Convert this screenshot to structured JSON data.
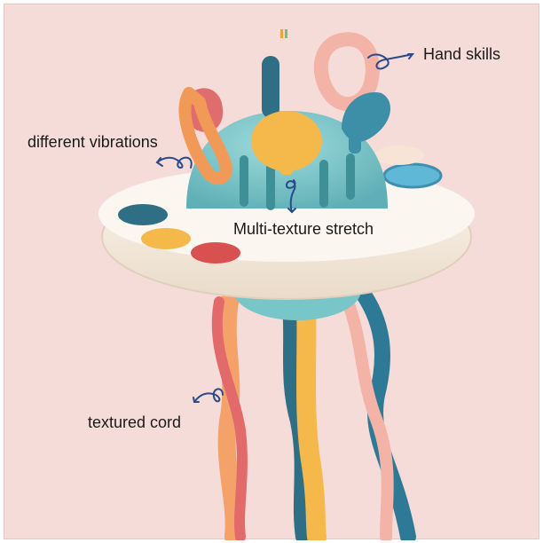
{
  "image": {
    "subject": "UFO-shaped baby sensory pull-string toy with callout labels"
  },
  "callouts": {
    "hand_skills": "Hand skills",
    "different_vibrations": "different vibrations",
    "multi_texture_stretch": "Multi-texture stretch",
    "textured_cord": "textured cord"
  },
  "colors": {
    "background": "#f6dcd8",
    "saucer": "#f7eee4",
    "dome": "#79c6c8",
    "orange": "#f4a95a",
    "coral": "#e37f6e",
    "teal_dark": "#2f6f86",
    "yellow": "#f5b84a",
    "pink": "#f3b3a6"
  }
}
